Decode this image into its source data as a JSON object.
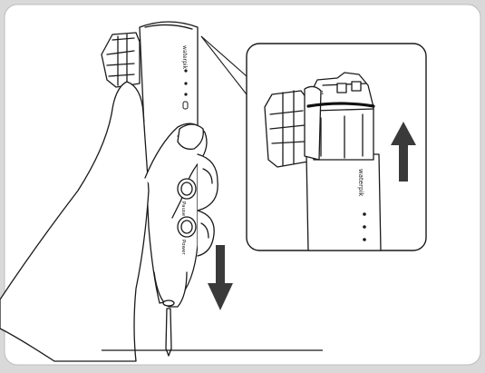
{
  "illustration": {
    "brand_text": "waterpik",
    "buttons": {
      "pause": "Pause",
      "power": "Power"
    },
    "colors": {
      "background_frame": "#d9d9d9",
      "panel": "#ffffff",
      "outline": "#1a1a1a",
      "arrow": "#3a3a3a",
      "inset_ring": "#111111"
    },
    "icons": {
      "down_arrow": "arrow-down-icon",
      "up_arrow": "arrow-up-icon"
    }
  }
}
